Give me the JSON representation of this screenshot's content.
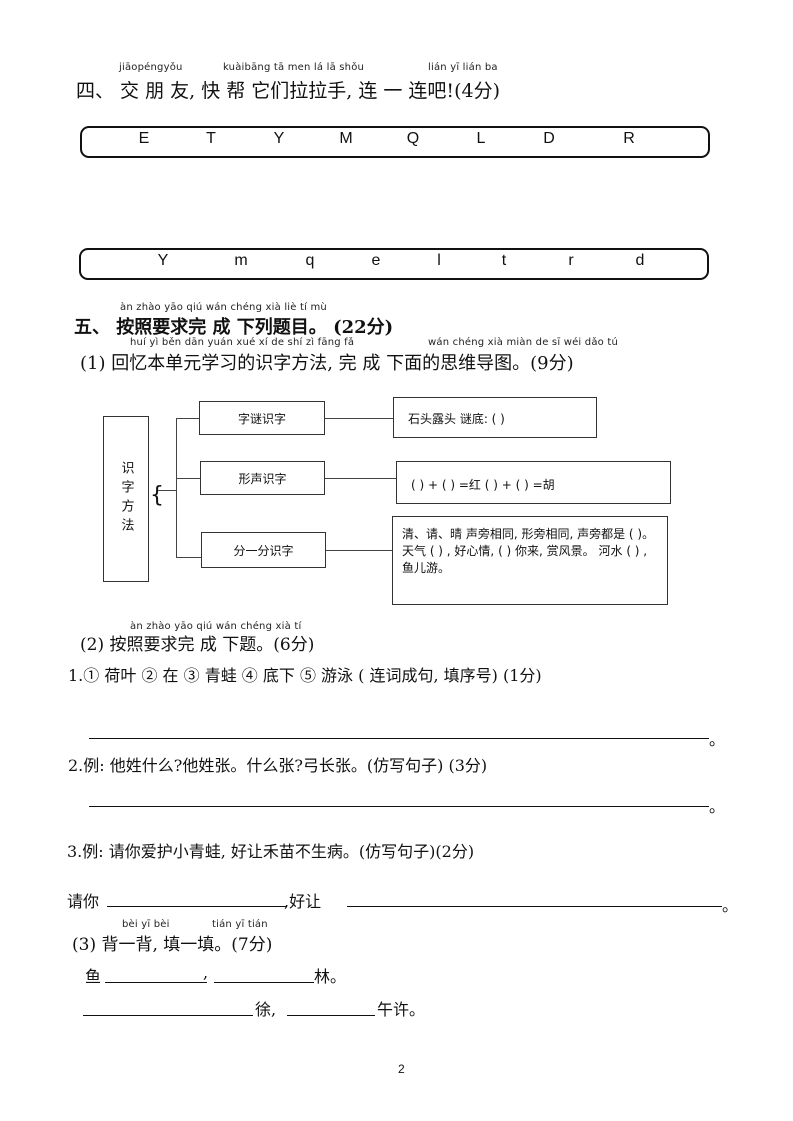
{
  "section4": {
    "pinyin": [
      "jiāopéngyǒu",
      "kuàibāng tā men lá lā shǒu",
      "lián yī lián ba"
    ],
    "title": "四、 交 朋 友, 快 帮 它们拉拉手, 连 一 连吧!(4分)",
    "upper_letters": [
      "E",
      "T",
      "Y",
      "M",
      "Q",
      "L",
      "D",
      "R"
    ],
    "lower_letters": [
      "Y",
      "m",
      "q",
      "e",
      "l",
      "t",
      "r",
      "d"
    ]
  },
  "section5": {
    "pinyin": [
      "àn zhào yāo qiú wán chéng xià liè tí  mù"
    ],
    "title": "五、 按照要求完 成 下列题目。 (22分)",
    "part1": {
      "pinyin_a": "huí yì běn dān yuán xué xí  de shí zì fāng fǎ",
      "pinyin_b": "wán chéng xià miàn de sī wéi dǎo tú",
      "title": "(1) 回忆本单元学习的识字方法, 完 成 下面的思维导图。(9分)",
      "mindmap": {
        "root": "识字方法",
        "branches": [
          "字谜识字",
          "形声识字",
          "分一分识字"
        ],
        "answers": [
          "石头露头  谜底: (      )",
          "(    ) + (    ) =红   (    ) + (    ) =胡",
          "清、请、晴   声旁相同, 形旁相同, 声旁都是 (   )。天气 (    ) , 好心情, (    ) 你来, 赏风景。 河水 (    ) , 鱼儿游。"
        ]
      }
    },
    "part2": {
      "pinyin": "àn zhào yāo qiú wán chéng xià  tí",
      "title": "(2) 按照要求完 成 下题。(6分)",
      "q1": "1.① 荷叶  ② 在  ③ 青蛙  ④ 底下  ⑤ 游泳 ( 连词成句, 填序号) (1分)",
      "q2": "2.例: 他姓什么?他姓张。什么张?弓长张。(仿写句子) (3分)",
      "q3": "3.例: 请你爱护小青蛙, 好让禾苗不生病。(仿写句子)(2分)",
      "q3_fill_a": "请你",
      "q3_fill_b": ",好让",
      "period": "。"
    },
    "part3": {
      "pinyin_a": "bèi yī bèi",
      "pinyin_b": "tián yī tián",
      "title": "(3) 背一背, 填一填。(7分)",
      "line1_a": "鱼",
      "line1_b": ",",
      "line1_c": "林。",
      "line2_a": "徐,",
      "line2_b": "午许。"
    }
  },
  "page_number": "2"
}
